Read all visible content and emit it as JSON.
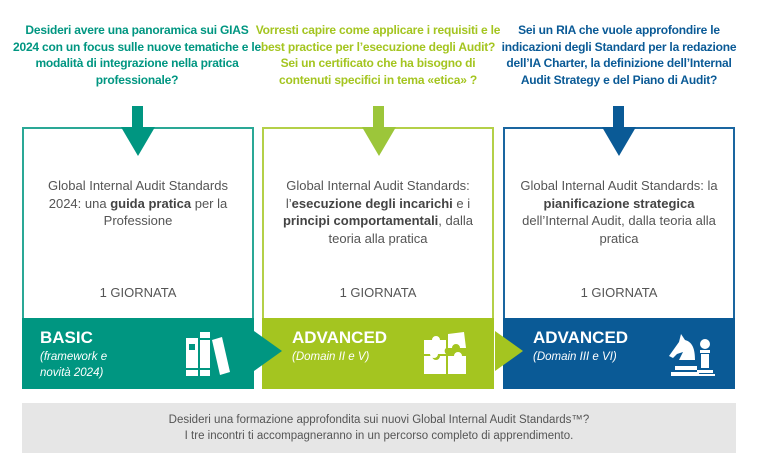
{
  "colors": {
    "teal": "#009681",
    "green": "#a4c520",
    "blue": "#0a5a96"
  },
  "columns": [
    {
      "question": "Desideri avere una panoramica sui GIAS 2024 con un focus sulle nuove tematiche e le modalità di integrazione nella pratica professionale?",
      "body": [
        "Global Internal Audit Standards 2024: una ",
        "guida pratica",
        " per la Professione"
      ],
      "duration": "1 GIORNATA",
      "level": "BASIC",
      "subtitle": "(framework e novità 2024)",
      "icon": "books-icon"
    },
    {
      "question": "Vorresti capire come applicare i requisiti e le best practice per l’esecuzione degli Audit?  Sei un certificato che ha bisogno di contenuti specifici in tema «etica» ?",
      "body": [
        "Global Internal Audit Standards: l’",
        "esecuzione degli incarichi",
        " e i ",
        "principi comportamentali",
        ", dalla teoria alla pratica"
      ],
      "duration": "1 GIORNATA",
      "level": "ADVANCED",
      "subtitle": "(Domain II e V)",
      "icon": "puzzle-icon"
    },
    {
      "question": "Sei un RIA che vuole approfondire le indicazioni degli Standard per la redazione dell’IA Charter, la definizione dell’Internal Audit Strategy e del Piano di Audit?",
      "body": [
        "Global Internal Audit Standards: la ",
        "pianificazione strategica",
        " dell’Internal Audit, dalla teoria alla pratica"
      ],
      "duration": "1 GIORNATA",
      "level": "ADVANCED",
      "subtitle": "(Domain III e VI)",
      "icon": "chess-icon"
    }
  ],
  "footer": {
    "line1": "Desideri una formazione approfondita sui nuovi Global Internal Audit Standards™?",
    "line2": "I tre incontri ti accompagneranno in un percorso completo di apprendimento."
  }
}
